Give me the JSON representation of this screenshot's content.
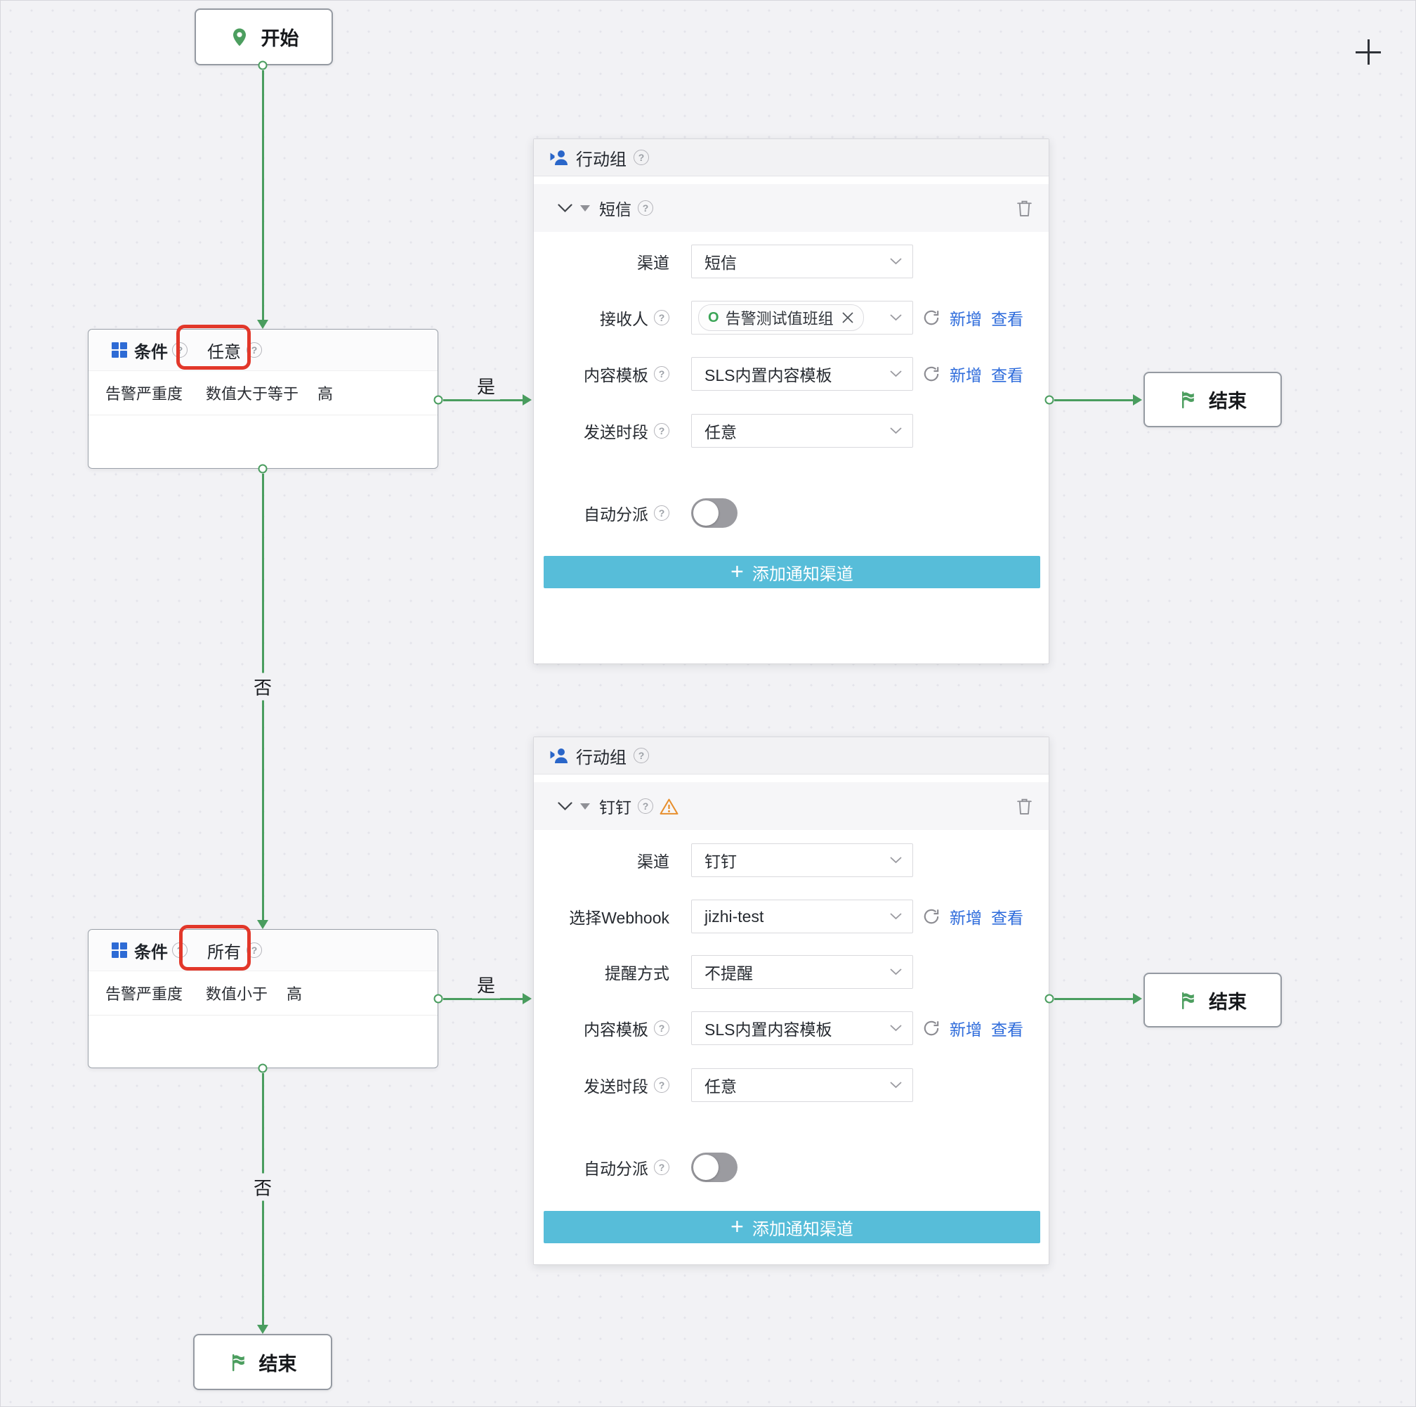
{
  "icons": {
    "help": "?",
    "plus": "+",
    "oncall": "O"
  },
  "edge_labels": {
    "yes": "是",
    "no": "否"
  },
  "nodes": {
    "start": {
      "label": "开始"
    },
    "end_top": {
      "label": "结束"
    },
    "end_middle": {
      "label": "结束"
    },
    "end_bottom": {
      "label": "结束"
    },
    "condition1": {
      "title": "条件",
      "mode": "任意",
      "field": "告警严重度",
      "operator": "数值大于等于",
      "value": "高"
    },
    "condition2": {
      "title": "条件",
      "mode": "所有",
      "field": "告警严重度",
      "operator": "数值小于",
      "value": "高"
    }
  },
  "panel_sms": {
    "title": "行动组",
    "section_title": "短信",
    "channel_label": "渠道",
    "channel_value": "短信",
    "recipient_label": "接收人",
    "recipient_tag": "告警测试值班组",
    "template_label": "内容模板",
    "template_value": "SLS内置内容模板",
    "period_label": "发送时段",
    "period_value": "任意",
    "dispatch_label": "自动分派",
    "add_channel_button": "添加通知渠道",
    "link_add": "新增",
    "link_view": "查看"
  },
  "panel_dingtalk": {
    "title": "行动组",
    "section_title": "钉钉",
    "channel_label": "渠道",
    "channel_value": "钉钉",
    "webhook_label": "选择Webhook",
    "webhook_value": "jizhi-test",
    "remind_label": "提醒方式",
    "remind_value": "不提醒",
    "template_label": "内容模板",
    "template_value": "SLS内置内容模板",
    "period_label": "发送时段",
    "period_value": "任意",
    "dispatch_label": "自动分派",
    "add_channel_button": "添加通知渠道",
    "link_add": "新增",
    "link_view": "查看"
  },
  "colors": {
    "flow_green": "#4a9d5f",
    "icon_blue": "#2e6bd5",
    "link_blue": "#2d6bdb",
    "button_blue": "#57bdd9",
    "highlight_red": "#e2372a",
    "warning_orange": "#e78f2e"
  }
}
